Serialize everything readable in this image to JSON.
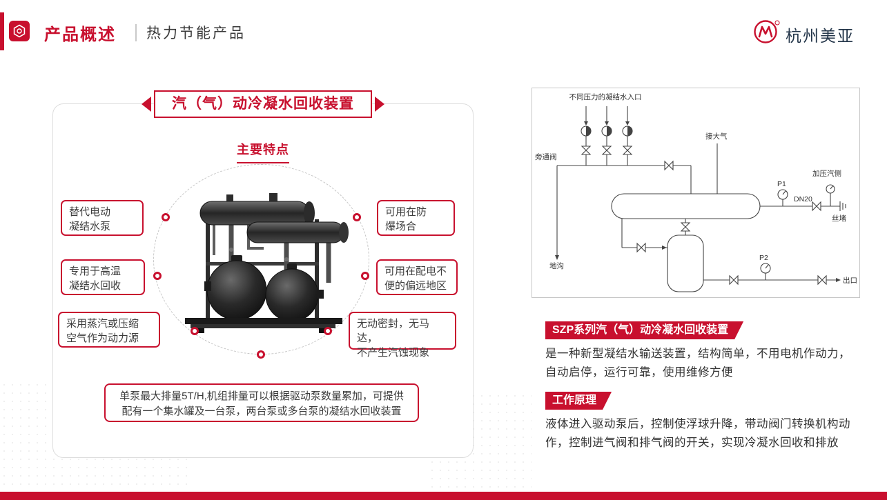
{
  "colors": {
    "accent": "#C8102E",
    "dark_text": "#333333",
    "brand_text": "#24364A"
  },
  "header": {
    "title": "产品概述",
    "subtitle": "热力节能产品",
    "brand": "杭州美亚"
  },
  "hero": {
    "ribbon_title": "汽（气）动冷凝水回收装置",
    "features_title": "主要特点",
    "features_left": [
      {
        "line1": "替代电动",
        "line2": "凝结水泵"
      },
      {
        "line1": "专用于高温",
        "line2": "凝结水回收"
      },
      {
        "line1": "采用蒸汽或压缩",
        "line2": "空气作为动力源"
      }
    ],
    "features_right": [
      {
        "line1": "可用在防",
        "line2": "爆场合"
      },
      {
        "line1": "可用在配电不",
        "line2": "便的偏远地区"
      },
      {
        "line1": "无动密封，无马达，",
        "line2": "不产生汽蚀现象"
      }
    ],
    "bottom_note": {
      "line1": "单泵最大排量5T/H,机组排量可以根据驱动泵数量累加，可提供",
      "line2": "配有一个集水罐及一台泵，两台泵或多台泵的凝结水回收装置"
    }
  },
  "diagram": {
    "labels": {
      "inlet": "不同压力的凝结水入口",
      "bypass_valve": "旁通阀",
      "drain": "地沟",
      "atmosphere": "接大气",
      "p1": "P1",
      "dn20": "DN20",
      "pressure_side": "加压汽侧",
      "plug": "丝堵",
      "p2": "P2",
      "outlet": "出口"
    }
  },
  "sections": {
    "szp": {
      "banner": "SZP系列汽（气）动冷凝水回收装置",
      "line1": "是一种新型凝结水输送装置，结构简单，不用电机作动力，",
      "line2": "自动启停，运行可靠，使用维修方便"
    },
    "principle": {
      "banner": "工作原理",
      "line1": "液体进入驱动泵后，控制使浮球升降，带动阀门转换机构动",
      "line2": "作，控制进气阀和排气阀的开关，实现冷凝水回收和排放"
    }
  }
}
